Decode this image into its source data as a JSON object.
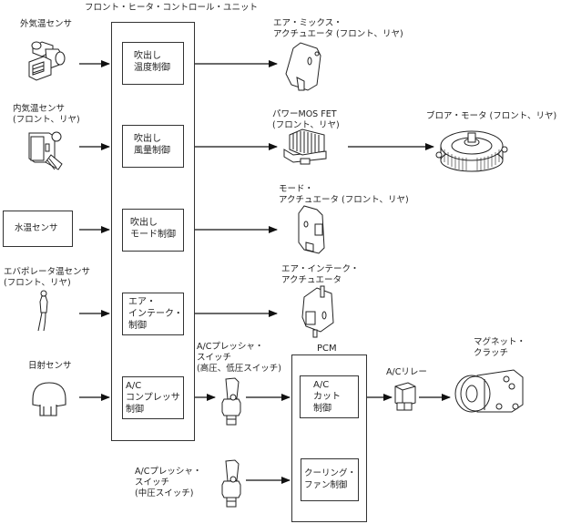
{
  "diagram": {
    "fhcu": {
      "title": "フロント・ヒータ・コントロール・ユニット",
      "blocks": [
        {
          "id": "temp",
          "label": "吹出し\n温度制御"
        },
        {
          "id": "air",
          "label": "吹出し\n風量制御"
        },
        {
          "id": "mode",
          "label": "吹出し\nモード制御"
        },
        {
          "id": "intake",
          "label": "エア・\nインテーク・\n制御"
        },
        {
          "id": "ac",
          "label": "A/C\nコンプレッサ\n制御"
        }
      ]
    },
    "inputs": [
      {
        "id": "ambient",
        "label": "外気温センサ",
        "icon": "ambient-temp-sensor"
      },
      {
        "id": "cabin",
        "label": "内気温センサ\n(フロント、リヤ)",
        "icon": "cabin-temp-sensor"
      },
      {
        "id": "water",
        "label": "水温センサ",
        "icon": "none"
      },
      {
        "id": "evap",
        "label": "エバポレータ温センサ\n(フロント、リヤ)",
        "icon": "evaporator-temp-sensor"
      },
      {
        "id": "solar",
        "label": "日射センサ",
        "icon": "solar-sensor"
      }
    ],
    "outputs": [
      {
        "id": "airmix",
        "label": "エア・ミックス・\nアクチュエータ (フロント、リヤ)",
        "icon": "air-mix-actuator"
      },
      {
        "id": "mosfet",
        "label": "パワーMOS FET\n(フロント、リヤ)",
        "icon": "power-mosfet"
      },
      {
        "id": "blower",
        "label": "ブロア・モータ (フロント、リヤ)",
        "icon": "blower-motor"
      },
      {
        "id": "modeact",
        "label": "モード・\nアクチュエータ (フロント、リヤ)",
        "icon": "mode-actuator"
      },
      {
        "id": "intakeact",
        "label": "エア・インテーク・\nアクチュエータ",
        "icon": "air-intake-actuator"
      }
    ],
    "ac_chain": {
      "pressure_switch_hl": {
        "label": "A/Cプレッシャ・\nスイッチ\n(高圧、低圧スイッチ)"
      },
      "pressure_switch_mid": {
        "label": "A/Cプレッシャ・\nスイッチ\n(中圧スイッチ)"
      },
      "pcm": {
        "title": "PCM",
        "blocks": [
          {
            "id": "accut",
            "label": "A/C\nカット\n制御"
          },
          {
            "id": "fan",
            "label": "クーリング・\nファン制御"
          }
        ]
      },
      "relay": {
        "label": "A/Cリレー"
      },
      "clutch": {
        "label": "マグネット・\nクラッチ"
      }
    }
  }
}
